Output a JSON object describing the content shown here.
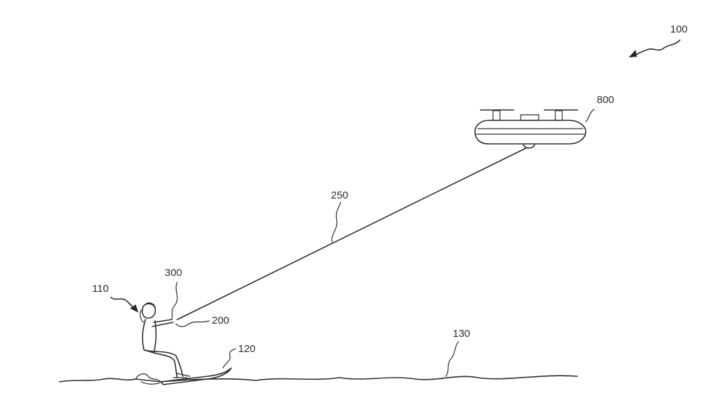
{
  "labels": {
    "system": "100",
    "drone": "800",
    "tether": "250",
    "handle": "300",
    "attachment": "200",
    "rider": "110",
    "board": "120",
    "water": "130"
  },
  "icons": {
    "system_arrow": "curved-arrow-icon",
    "rider_arrow": "curved-arrow-icon"
  }
}
